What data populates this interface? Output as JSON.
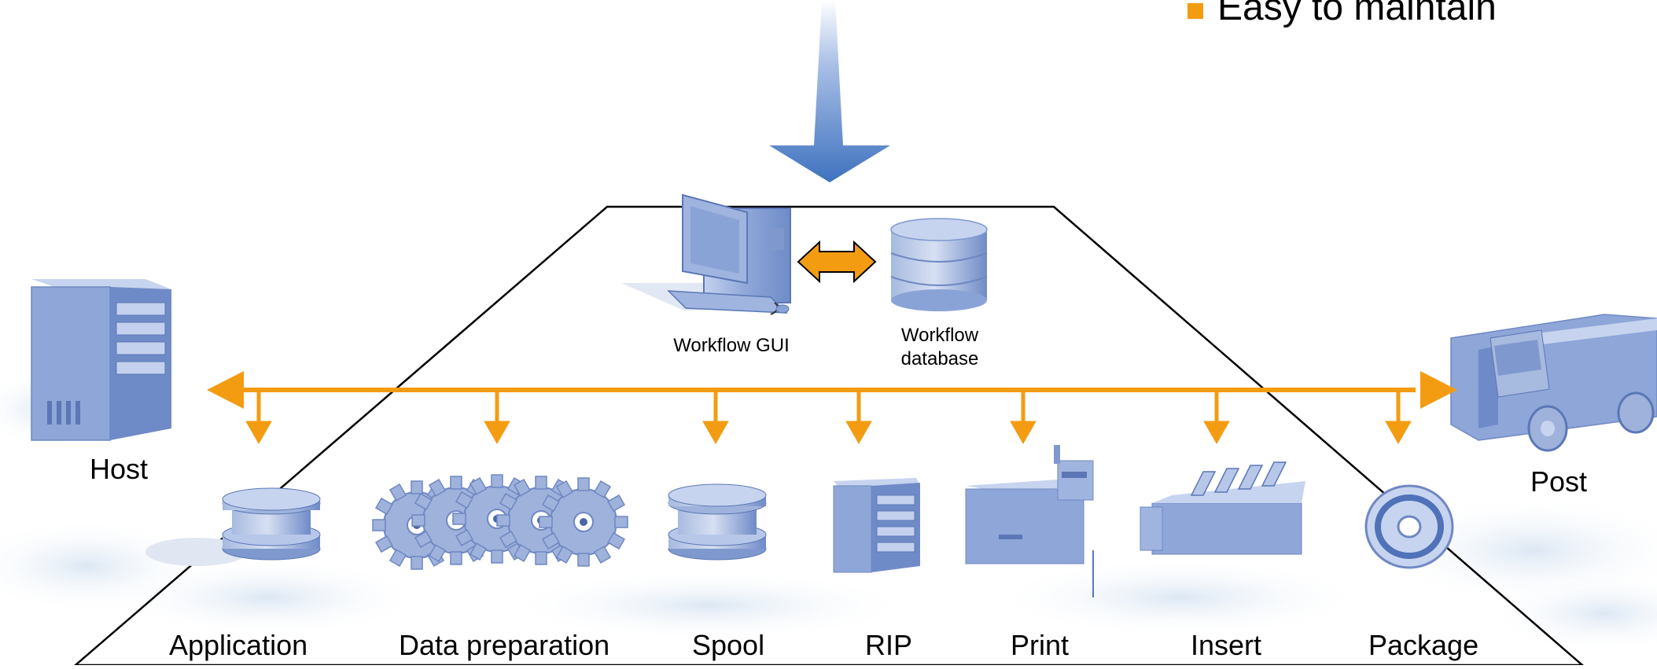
{
  "bullet": {
    "text": "Easy to maintain"
  },
  "labels": {
    "workflow_gui": "Workflow GUI",
    "workflow_database_line1": "Workflow",
    "workflow_database_line2": "database",
    "host": "Host",
    "post": "Post",
    "application": "Application",
    "data_preparation": "Data preparation",
    "spool": "Spool",
    "rip": "RIP",
    "print": "Print",
    "insert": "Insert",
    "package": "Package"
  },
  "colors": {
    "accent_orange": "#f39c12",
    "icon_blue": "#7f99cf",
    "arrow_blue": "#4f7fc4"
  }
}
